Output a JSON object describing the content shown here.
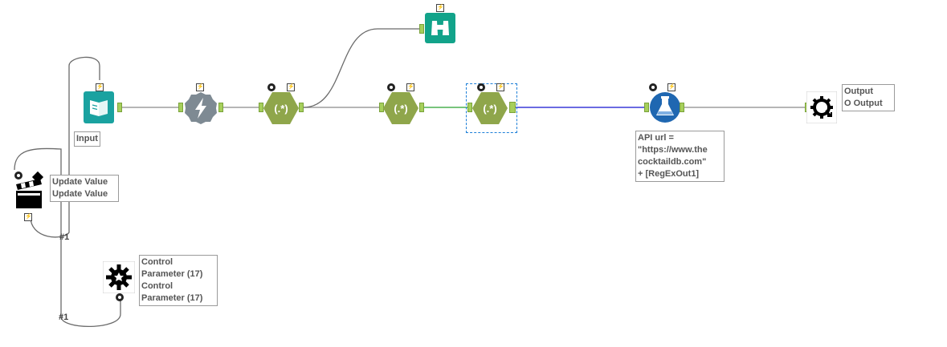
{
  "canvas": {
    "background": "#ffffff",
    "connection_colors": {
      "default": "#7f7f7f",
      "selected_green": "#4cb050",
      "selected_blue": "#3a3ad8"
    }
  },
  "tools": [
    {
      "id": "input",
      "icon": "text-input-book-icon",
      "color": "#1aa2a0",
      "label": "Input"
    },
    {
      "id": "formula",
      "icon": "lightning-formula-icon",
      "color": "#7e8a93",
      "label": ""
    },
    {
      "id": "regex1",
      "icon": "regex-icon",
      "color": "#8fa64b",
      "glyph": "(.*)",
      "label": ""
    },
    {
      "id": "browse",
      "icon": "binoculars-browse-icon",
      "color": "#12a38a",
      "label": ""
    },
    {
      "id": "regex2",
      "icon": "regex-icon",
      "color": "#8fa64b",
      "glyph": "(.*)",
      "label": ""
    },
    {
      "id": "regex3",
      "icon": "regex-icon",
      "color": "#8fa64b",
      "glyph": "(.*)",
      "label": ""
    },
    {
      "id": "download",
      "icon": "flask-download-icon",
      "color": "#1f67b1",
      "label": "API url =\n\"https://www.the\ncocktaildb.com\"\n+ [RegExOut1]"
    },
    {
      "id": "macro_output",
      "icon": "macro-output-gear-icon",
      "color": "#000000",
      "label": "Output\nO Output"
    },
    {
      "id": "action",
      "icon": "clapperboard-action-icon",
      "color": "#000000",
      "label": "Update Value\nUpdate Value"
    },
    {
      "id": "control_param",
      "icon": "control-parameter-gear-icon",
      "color": "#000000",
      "label": "Control\nParameter (17)\nControl\nParameter (17)"
    }
  ],
  "connection_labels": {
    "first": "#1",
    "second": "#1"
  },
  "badge_glyph": "⚡"
}
